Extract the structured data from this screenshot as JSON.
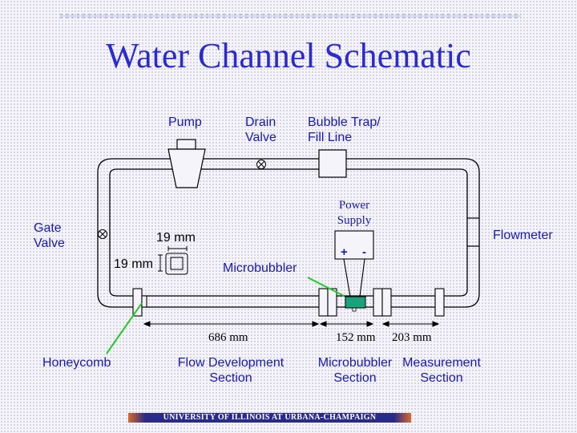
{
  "title": "Water Channel Schematic",
  "labels": {
    "pump": "Pump",
    "drain_valve_1": "Drain",
    "drain_valve_2": "Valve",
    "bubble_trap_1": "Bubble Trap/",
    "bubble_trap_2": "Fill Line",
    "gate_valve_1": "Gate",
    "gate_valve_2": "Valve",
    "flowmeter": "Flowmeter",
    "power_supply_1": "Power",
    "power_supply_2": "Supply",
    "plus": "+",
    "minus": "-",
    "microbubbler": "Microbubbler",
    "width_dim": "19 mm",
    "height_dim": "19 mm",
    "honeycomb": "Honeycomb",
    "flow_dev_1": "Flow Development",
    "flow_dev_2": "Section",
    "mb_section_1": "Microbubbler",
    "mb_section_2": "Section",
    "meas_section_1": "Measurement",
    "meas_section_2": "Section"
  },
  "dimensions": {
    "flow_development": "686 mm",
    "microbubbler_section": "152 mm",
    "measurement_section": "203 mm"
  },
  "colors": {
    "title": "#2a2ad0",
    "label": "#1a1ab0",
    "leader_line": "#22cc22",
    "microbubbler_fill": "#1aa37a"
  },
  "footer": "UNIVERSITY OF ILLINOIS AT URBANA-CHAMPAIGN"
}
